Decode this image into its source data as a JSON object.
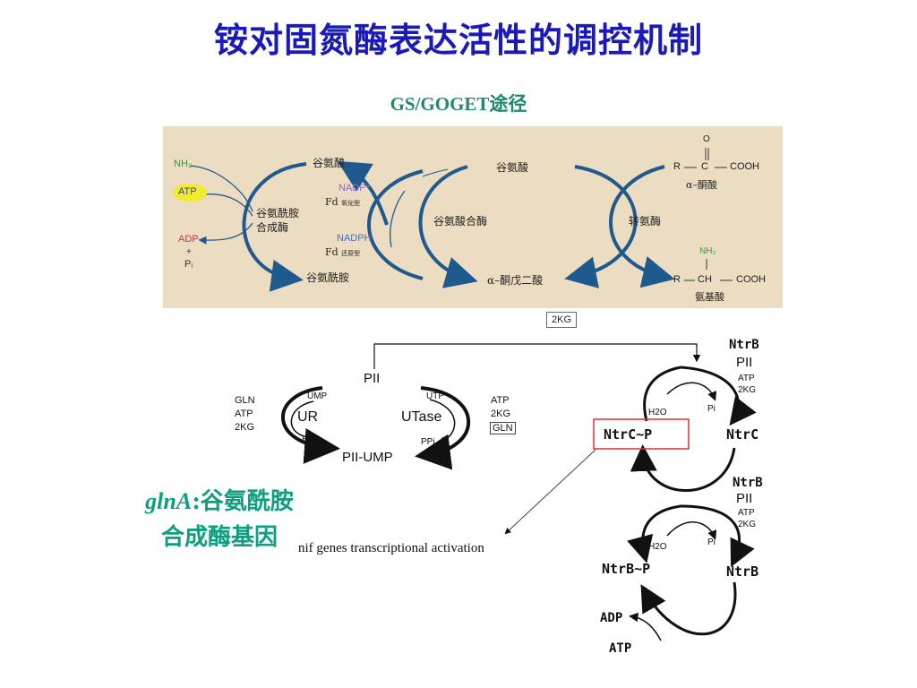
{
  "slide": {
    "title": "铵对固氮酶表达活性的调控机制",
    "subtitle": "GS/GOGET途径"
  },
  "top_pathway": {
    "nh3": "NH₃",
    "atp": "ATP",
    "adp": "ADP",
    "plus": "+",
    "pi": "Pᵢ",
    "glu_1": "谷氨酸",
    "gs_line1": "谷氨酰胺",
    "gs_line2": "合成酶",
    "gln_1": "谷氨酰胺",
    "nadp": "NADP⁺",
    "fd_ox": "Fd",
    "fd_ox_sub": "氧化型",
    "nadph": "NADPH",
    "fd_red": "Fd",
    "fd_red_sub": "还原型",
    "glu_2": "谷氨酸",
    "gogat": "谷氨酸合酶",
    "akg": "α–酮戊二酸",
    "transaminase": "转氨酶",
    "keto_acid": "α–酮酸",
    "amino_acid": "氨基酸",
    "r1": "R",
    "c1": "C",
    "o": "O",
    "cooh1": "COOH",
    "r2": "R",
    "ch": "CH",
    "nh2": "NH₂",
    "cooh2": "COOH",
    "highlight_color": "#f2ea2a",
    "arrow_color": "#1f5a8f"
  },
  "cascade": {
    "kg_box": "2KG",
    "pii": "PII",
    "pii_ump": "PII-UMP",
    "ur": "UR",
    "utase": "UTase",
    "ur_gln": "GLN",
    "ur_atp": "ATP",
    "ur_2kg": "2KG",
    "ur_ump": "UMP",
    "ur_h2o": "H2O",
    "ut_utp": "UTP",
    "ut_ppi": "PPi",
    "ut_atp": "ATP",
    "ut_2kg": "2KG",
    "ut_gln": "GLN",
    "ntrb_1": "NtrB",
    "pii_1": "PII",
    "atp_1": "ATP",
    "kg_1": "2KG",
    "h2o_1": "H2O",
    "pi_1": "Pi",
    "ntrc_p": "NtrC~P",
    "ntrc": "NtrC",
    "ntrb_2": "NtrB",
    "pii_2": "PII",
    "atp_2": "ATP",
    "kg_2": "2KG",
    "h2o_2": "H2O",
    "pi_2": "Pi",
    "ntrb_p": "NtrB~P",
    "ntrb_3": "NtrB",
    "adp": "ADP",
    "atp_3": "ATP",
    "nif": "nif genes transcriptional activation",
    "box_color": "#e03030"
  },
  "note": {
    "gene": "glnA",
    "colon": ":谷氨酰胺",
    "line2": "合成酶基因"
  }
}
